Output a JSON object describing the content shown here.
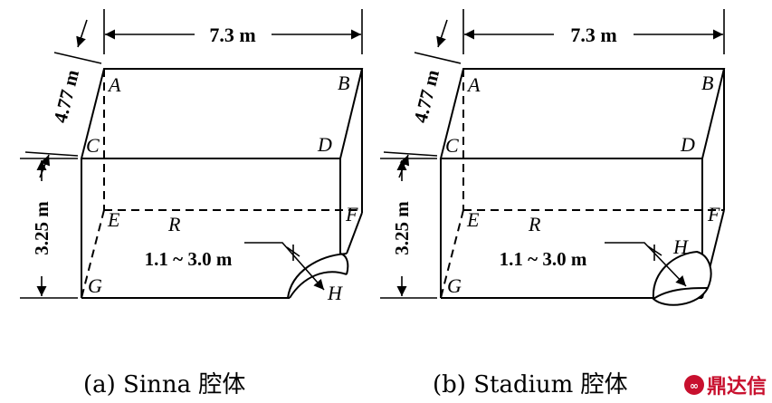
{
  "panels": [
    {
      "id": "a",
      "width_label": "7.3 m",
      "depth_label": "4.77 m",
      "height_label": "3.25 m",
      "range_label": "1.1 ~ 3.0 m",
      "points": {
        "A": "A",
        "B": "B",
        "C": "C",
        "D": "D",
        "E": "E",
        "F": "F",
        "G": "G",
        "H": "H",
        "R": "R"
      },
      "caption": "(a) Sinna 腔体"
    },
    {
      "id": "b",
      "width_label": "7.3 m",
      "depth_label": "4.77 m",
      "height_label": "3.25 m",
      "range_label": "1.1 ~ 3.0 m",
      "points": {
        "A": "A",
        "B": "B",
        "C": "C",
        "D": "D",
        "E": "E",
        "F": "F",
        "G": "G",
        "H": "H",
        "R": "R"
      },
      "caption": "(b) Stadium 腔体"
    }
  ],
  "watermark": {
    "text": "鼎达信",
    "color": "#c8102e"
  }
}
